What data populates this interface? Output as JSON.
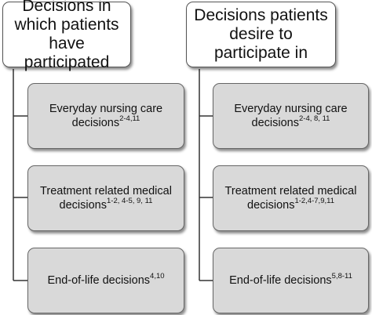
{
  "columns": [
    {
      "header": "Decisions in which patients have participated",
      "items": [
        {
          "line1": "Everyday nursing care",
          "line2": "decisions",
          "refs": "2-4,11"
        },
        {
          "line1": "Treatment related medical",
          "line2": "decisions",
          "refs": "1-2, 4-5, 9, 11"
        },
        {
          "line1": "",
          "line2": "End-of-life decisions",
          "refs": "4,10"
        }
      ]
    },
    {
      "header": "Decisions patients desire to participate in",
      "items": [
        {
          "line1": "Everyday nursing care",
          "line2": "decisions",
          "refs": "2-4, 8, 11"
        },
        {
          "line1": "Treatment related medical",
          "line2": "decisions",
          "refs": "1-2,4-7,9,11"
        },
        {
          "line1": "",
          "line2": "End-of-life decisions",
          "refs": "5,8-11"
        }
      ]
    }
  ]
}
